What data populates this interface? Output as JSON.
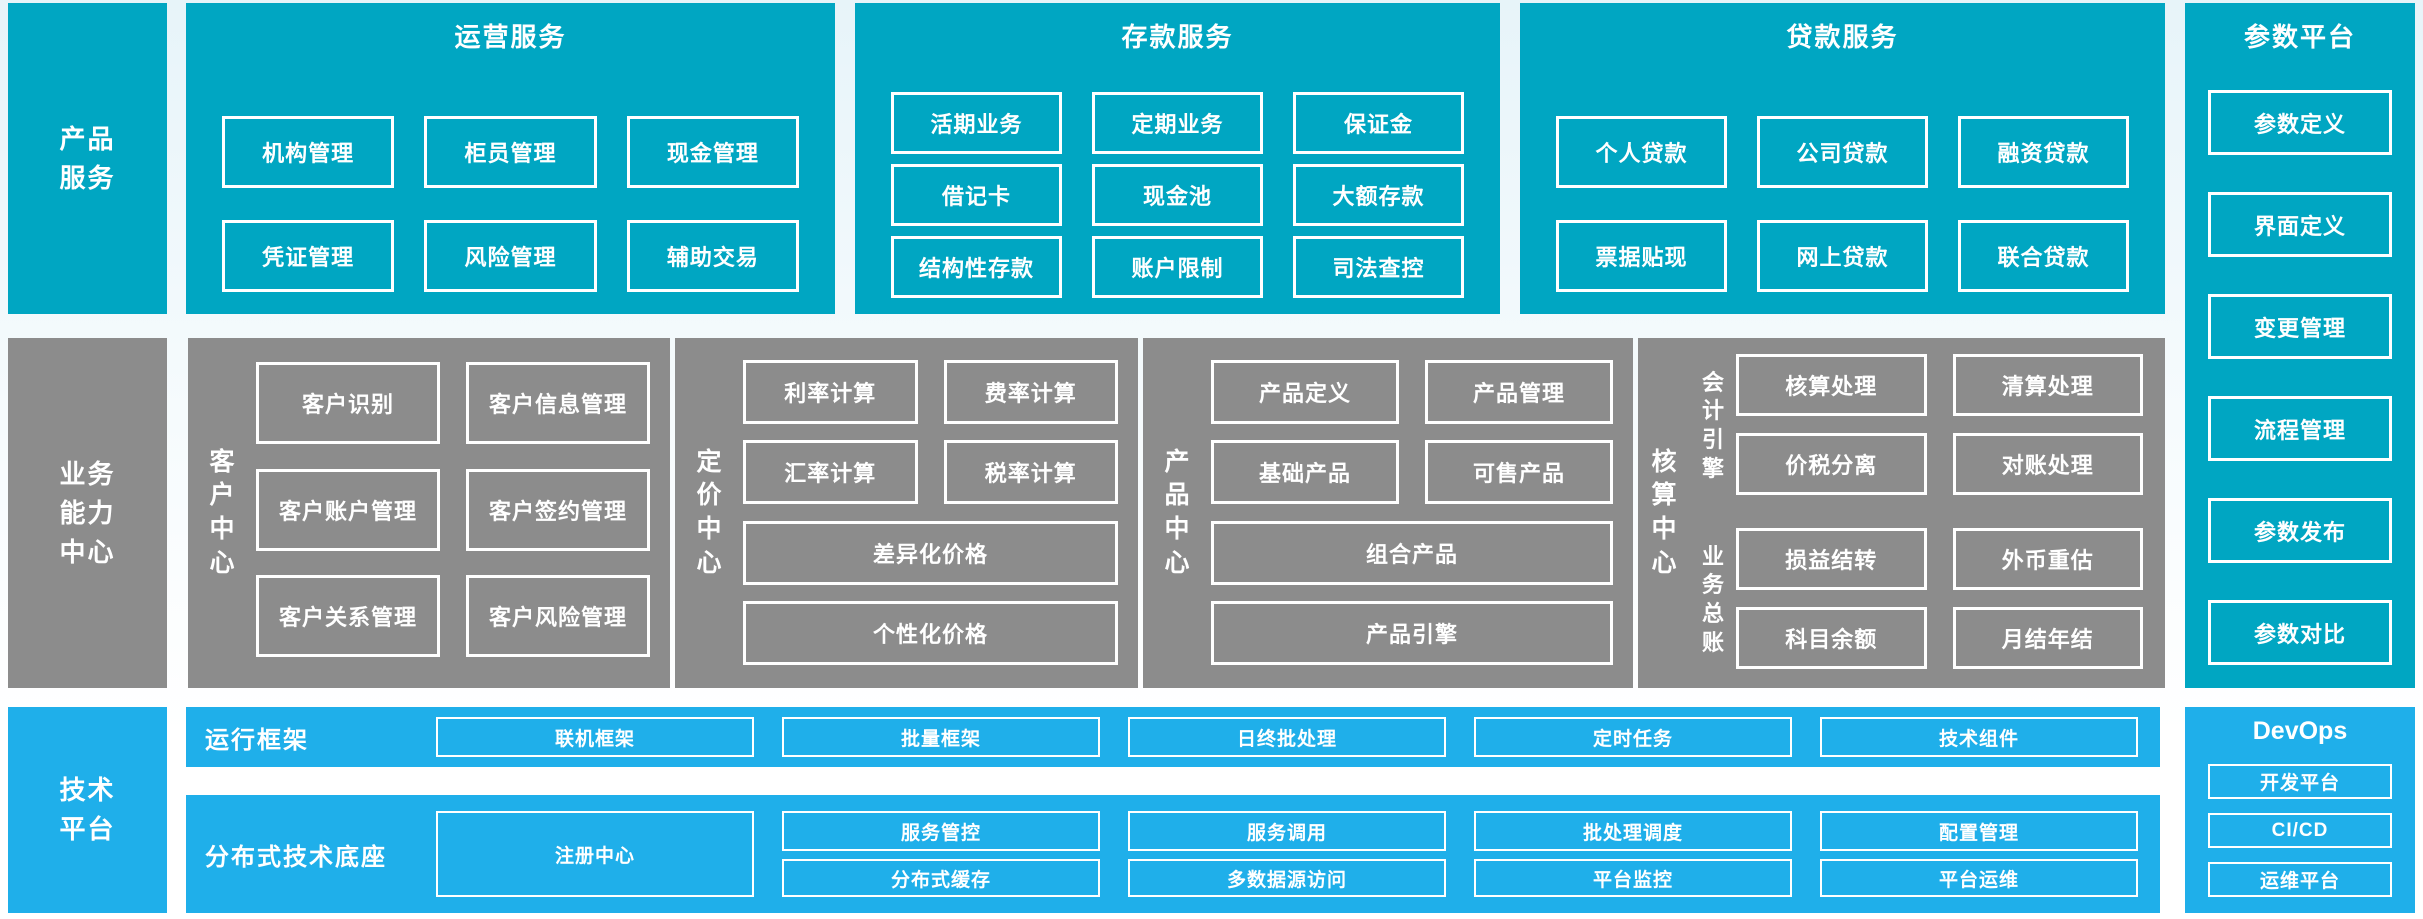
{
  "colors": {
    "teal": "#00A6C2",
    "gray": "#8C8C8C",
    "azure": "#1FAFEA",
    "text": "#FFFFFF",
    "background_top": "#E7F4F9",
    "background_bottom": "#FFFFFF"
  },
  "rail": [
    {
      "label": "产品\n服务"
    },
    {
      "label": "业务\n能力\n中心"
    },
    {
      "label": "技术\n平台"
    }
  ],
  "top_sections": [
    {
      "title": "运营服务",
      "items": [
        "机构管理",
        "柜员管理",
        "现金管理",
        "凭证管理",
        "风险管理",
        "辅助交易"
      ]
    },
    {
      "title": "存款服务",
      "items": [
        "活期业务",
        "定期业务",
        "保证金",
        "借记卡",
        "现金池",
        "大额存款",
        "结构性存款",
        "账户限制",
        "司法查控"
      ]
    },
    {
      "title": "贷款服务",
      "items": [
        "个人贷款",
        "公司贷款",
        "融资贷款",
        "票据贴现",
        "网上贷款",
        "联合贷款"
      ]
    }
  ],
  "param_platform": {
    "title": "参数平台",
    "items": [
      "参数定义",
      "界面定义",
      "变更管理",
      "流程管理",
      "参数发布",
      "参数对比"
    ]
  },
  "capability_sections": [
    {
      "label": "客\n户\n中\n心",
      "rows": [
        [
          "客户识别",
          "客户信息管理"
        ],
        [
          "客户账户管理",
          "客户签约管理"
        ],
        [
          "客户关系管理",
          "客户风险管理"
        ]
      ]
    },
    {
      "label": "定\n价\n中\n心",
      "pairs": [
        [
          "利率计算",
          "费率计算"
        ],
        [
          "汇率计算",
          "税率计算"
        ]
      ],
      "wide": [
        "差异化价格",
        "个性化价格"
      ]
    },
    {
      "label": "产\n品\n中\n心",
      "pairs": [
        [
          "产品定义",
          "产品管理"
        ],
        [
          "基础产品",
          "可售产品"
        ]
      ],
      "wide": [
        "组合产品",
        "产品引擎"
      ]
    },
    {
      "label": "核\n算\n中\n心",
      "groups": [
        {
          "label": "会\n计\n引\n擎",
          "rows": [
            [
              "核算处理",
              "清算处理"
            ],
            [
              "价税分离",
              "对账处理"
            ]
          ]
        },
        {
          "label": "业\n务\n总\n账",
          "rows": [
            [
              "损益结转",
              "外币重估"
            ],
            [
              "科目余额",
              "月结年结"
            ]
          ]
        }
      ]
    }
  ],
  "tech_rows": [
    {
      "label": "运行框架",
      "items": [
        "联机框架",
        "批量框架",
        "日终批处理",
        "定时任务",
        "技术组件"
      ]
    },
    {
      "label": "分布式技术底座",
      "register": "注册中心",
      "row1": [
        "服务管控",
        "服务调用",
        "批处理调度",
        "配置管理"
      ],
      "row2": [
        "分布式缓存",
        "多数据源访问",
        "平台监控",
        "平台运维"
      ]
    }
  ],
  "devops": {
    "title": "DevOps",
    "items": [
      "开发平台",
      "CI/CD",
      "运维平台"
    ]
  }
}
